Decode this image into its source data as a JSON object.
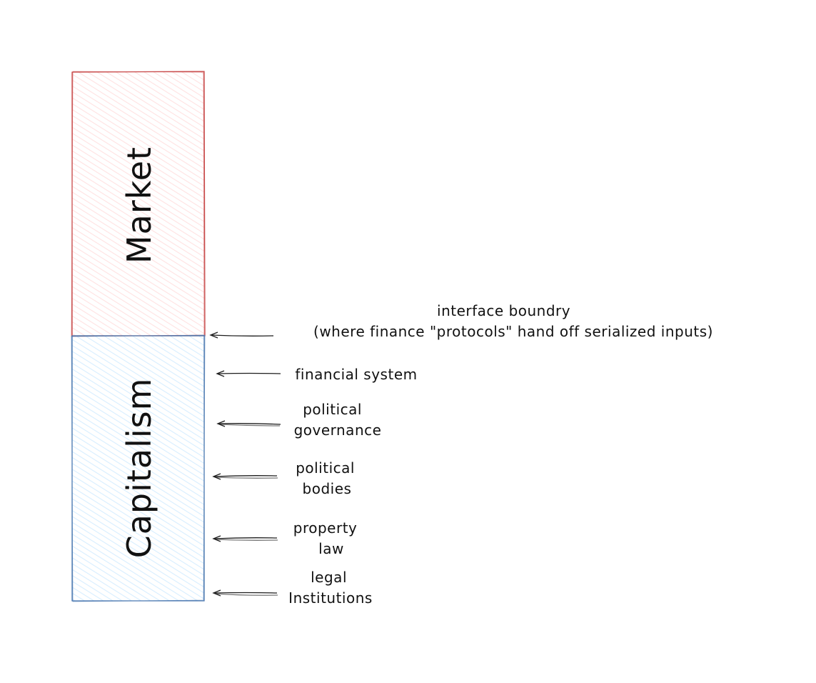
{
  "diagram": {
    "blocks": {
      "market": {
        "label": "Market",
        "stroke": "#c94b4b",
        "fill": "#ffc9c9"
      },
      "capitalism": {
        "label": "Capitalism",
        "stroke": "#4a78b0",
        "fill": "#a5d8ff"
      }
    },
    "annotations": [
      {
        "id": "interface-boundary",
        "lines": [
          "interface boundry",
          "(where finance \"protocols\" hand off serialized inputs)"
        ]
      },
      {
        "id": "financial-system",
        "lines": [
          "financial system"
        ]
      },
      {
        "id": "political-governance",
        "lines": [
          "political",
          "governance"
        ]
      },
      {
        "id": "political-bodies",
        "lines": [
          "political",
          "bodies"
        ]
      },
      {
        "id": "property-law",
        "lines": [
          "property",
          "law"
        ]
      },
      {
        "id": "legal-institutions",
        "lines": [
          "legal",
          "Institutions"
        ]
      }
    ],
    "arrow_color": "#1e1e1e"
  }
}
